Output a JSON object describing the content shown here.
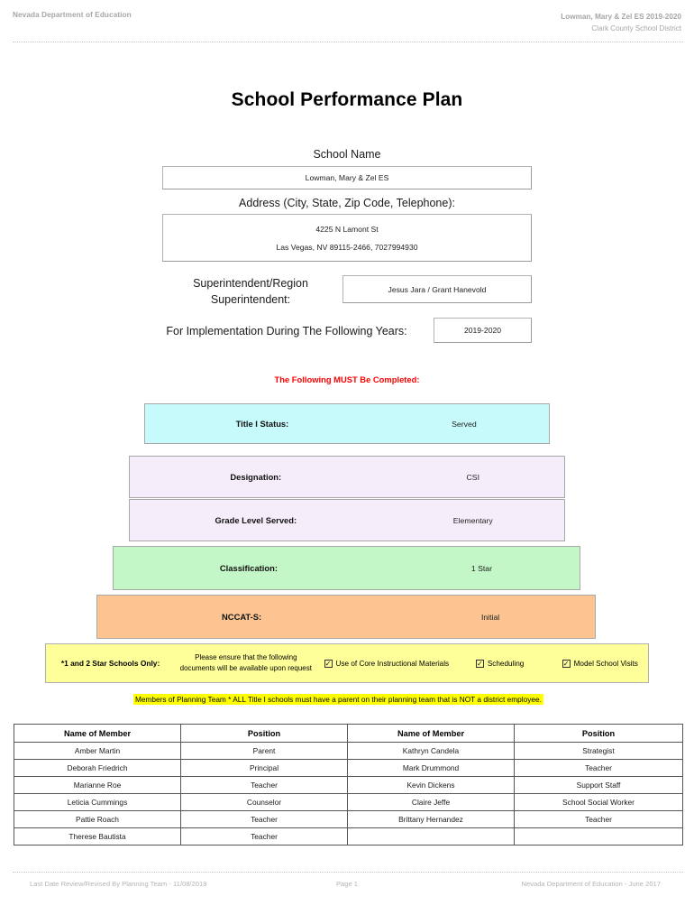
{
  "header": {
    "left": "Nevada Department of Education",
    "right_line1": "Lowman, Mary & Zel ES  2019-2020",
    "right_line2": "Clark County School District"
  },
  "title": "School Performance Plan",
  "fields": {
    "school_name_label": "School Name",
    "school_name_value": "Lowman, Mary & Zel ES",
    "address_label": "Address (City, State, Zip Code, Telephone):",
    "address_line1": "4225 N Lamont St",
    "address_line2": "Las Vegas, NV  89115-2466, 7027994930",
    "superintendent_label": "Superintendent/Region Superintendent:",
    "superintendent_value": "Jesus Jara / Grant Hanevold",
    "years_label": "For Implementation During The Following Years:",
    "years_value": "2019-2020"
  },
  "must_complete_notice": "The Following MUST Be Completed:",
  "status_bars": [
    {
      "label": "Title I Status:",
      "value": "Served",
      "color": "#c7fbfb"
    },
    {
      "label": "Designation:",
      "value": "CSI",
      "color": "#f5eefa"
    },
    {
      "label": "Grade Level Served:",
      "value": "Elementary",
      "color": "#f5eefa"
    },
    {
      "label": "Classification:",
      "value": "1 Star",
      "color": "#c4f7c7"
    },
    {
      "label": "NCCAT-S:",
      "value": "Initial",
      "color": "#fbc490"
    }
  ],
  "star_schools": {
    "title": "*1 and 2 Star Schools Only:",
    "note_line1": "Please ensure that the following",
    "note_line2": "documents will be available upon request",
    "checkboxes": [
      {
        "label": "Use of Core Instructional Materials",
        "checked": true,
        "mark": "✓"
      },
      {
        "label": "Scheduling",
        "checked": true,
        "mark": "✓"
      },
      {
        "label": "Model School Visits",
        "checked": true,
        "mark": "✓"
      }
    ],
    "highlight_color": "#ffff99"
  },
  "planning_note": "Members of Planning Team * ALL Title I schools must have a parent on their planning team that is NOT a district employee.",
  "members_table": {
    "columns": [
      "Name of Member",
      "Position",
      "Name of Member",
      "Position"
    ],
    "rows": [
      [
        "Amber Martin",
        "Parent",
        "Kathryn Candela",
        "Strategist"
      ],
      [
        "Deborah Friedrich",
        "Principal",
        "Mark Drummond",
        "Teacher"
      ],
      [
        "Marianne Roe",
        "Teacher",
        "Kevin Dickens",
        "Support Staff"
      ],
      [
        "Leticia Cummings",
        "Counselor",
        "Claire Jeffe",
        "School Social Worker"
      ],
      [
        "Pattie Roach",
        "Teacher",
        "Brittany Hernandez",
        "Teacher"
      ],
      [
        "Therese Bautista",
        "Teacher",
        "",
        ""
      ]
    ]
  },
  "footer": {
    "left": "Last Date Review/Revised By Planning Team - 11/08/2019",
    "center": "Page 1",
    "right": "Nevada Department of Education - June 2017"
  }
}
